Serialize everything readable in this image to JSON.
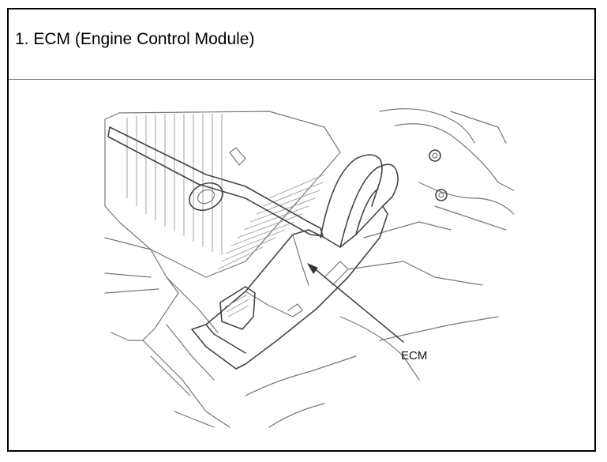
{
  "header": {
    "title": "1. ECM (Engine Control Module)"
  },
  "figure": {
    "callout_label": "ECM",
    "icon": "ecm-location-diagram"
  }
}
